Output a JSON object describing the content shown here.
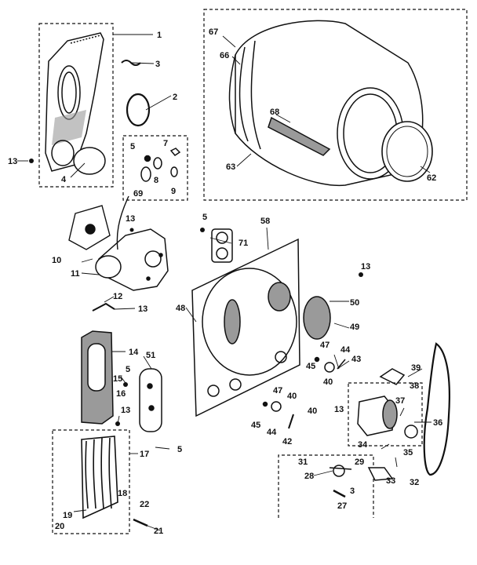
{
  "colors": {
    "ink": "#111111",
    "paper": "#ffffff",
    "shade": "#9a9a9a"
  },
  "callouts": {
    "c1": "1",
    "c2": "2",
    "c3": "3",
    "c4": "4",
    "c5a": "5",
    "c7": "7",
    "c8": "8",
    "c9": "9",
    "c69": "69",
    "c13a": "13",
    "c13b": "13",
    "c10": "10",
    "c11": "11",
    "c12": "12",
    "c13c": "13",
    "c14": "14",
    "c5b": "5",
    "c51": "51",
    "c15": "15",
    "c16": "16",
    "c13d": "13",
    "c5c": "5",
    "c17": "17",
    "c18": "18",
    "c19": "19",
    "c20": "20",
    "c22": "22",
    "c21": "21",
    "c67": "67",
    "c66": "66",
    "c68": "68",
    "c63": "63",
    "c62": "62",
    "c5d": "5",
    "c71": "71",
    "c58": "58",
    "c48": "48",
    "c13e": "13",
    "c50": "50",
    "c49": "49",
    "c47a": "47",
    "c44a": "44",
    "c45a": "45",
    "c43": "43",
    "c40a": "40",
    "c47b": "47",
    "c40b": "40",
    "c45b": "45",
    "c44b": "44",
    "c42": "42",
    "c40c": "40",
    "c13f": "13",
    "c39": "39",
    "c38": "38",
    "c37": "37",
    "c36": "36",
    "c34": "34",
    "c35": "35",
    "c33": "33",
    "c32": "32",
    "c31": "31",
    "c29": "29",
    "c28": "28",
    "c3b": "3",
    "c27": "27"
  }
}
